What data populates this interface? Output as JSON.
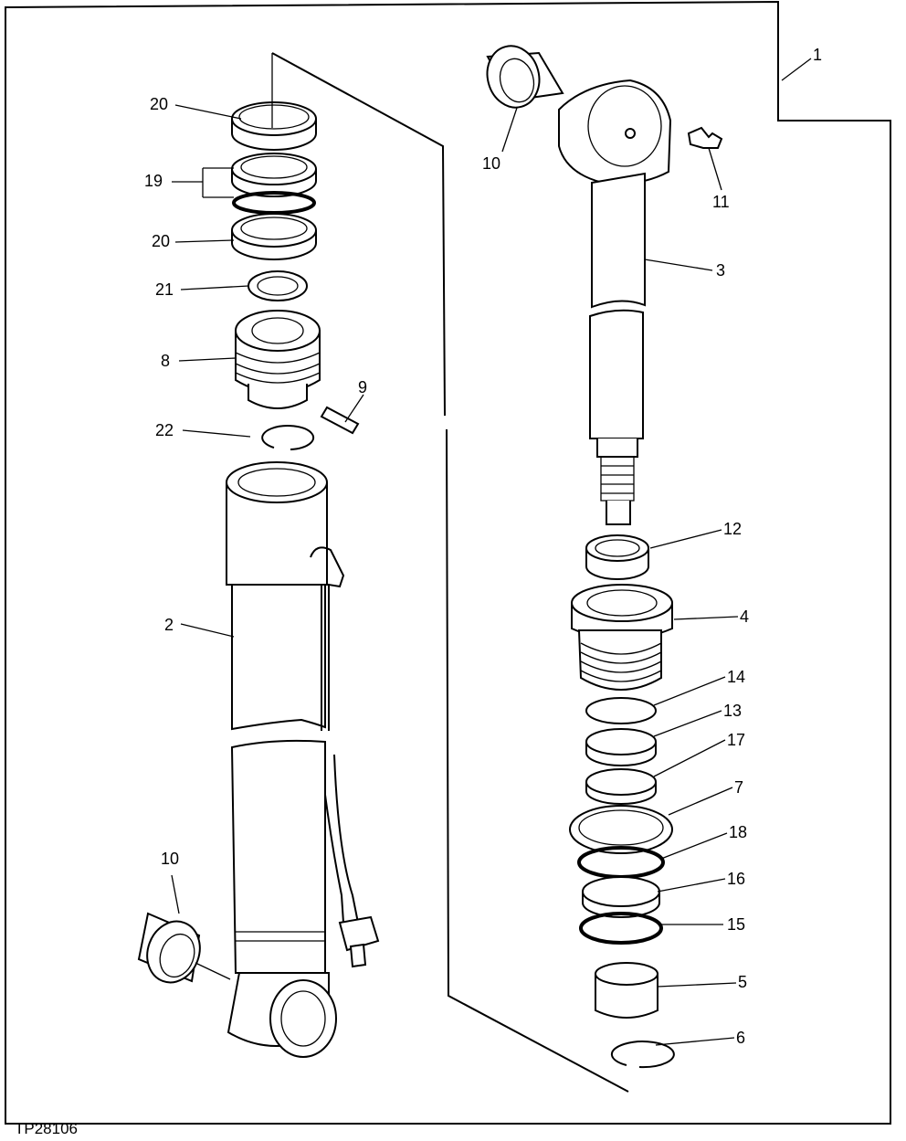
{
  "figure_ref": "TP28106",
  "callouts": [
    "1",
    "2",
    "3",
    "4",
    "5",
    "6",
    "7",
    "8",
    "9",
    "10",
    "10",
    "11",
    "12",
    "13",
    "14",
    "15",
    "16",
    "17",
    "18",
    "19",
    "20",
    "20",
    "21",
    "22"
  ]
}
